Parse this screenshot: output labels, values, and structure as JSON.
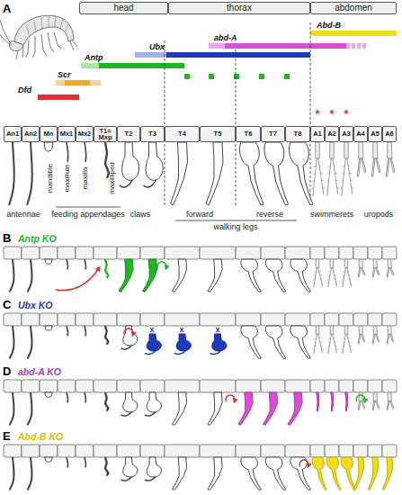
{
  "diagram": {
    "nodes": [
      {
        "text": [
          "head"
        ]
      },
      {
        "text": [
          "thorax"
        ]
      },
      {
        "text": [
          "abdomen"
        ]
      },
      {
        "text": [
          "An1"
        ]
      },
      {
        "text": [
          "An2"
        ]
      },
      {
        "text": [
          "Mn"
        ]
      },
      {
        "text": [
          "Mx1"
        ]
      },
      {
        "text": [
          "Mx2"
        ]
      },
      {
        "text": [
          "T1= Mxp"
        ]
      },
      {
        "text": [
          "T2"
        ]
      },
      {
        "text": [
          "T3"
        ]
      },
      {
        "text": [
          "T4"
        ]
      },
      {
        "text": [
          "T5"
        ]
      },
      {
        "text": [
          "T6"
        ]
      },
      {
        "text": [
          "T7"
        ]
      },
      {
        "text": [
          "T8"
        ]
      },
      {
        "text": [
          "A1"
        ]
      },
      {
        "text": [
          "A2"
        ]
      },
      {
        "text": [
          "A3"
        ]
      },
      {
        "text": [
          "A4"
        ]
      },
      {
        "text": [
          "A5"
        ]
      },
      {
        "text": [
          "A6"
        ]
      }
    ],
    "labels": [
      "A",
      "Abd-B",
      "abd-A",
      "Ubx",
      "Antp",
      "Scr",
      "Dfd",
      "*",
      "*",
      "*",
      "mandible",
      "maxillule",
      "maxilla",
      "maxilliped",
      "antennae",
      "feeding appendages",
      "claws",
      "forward",
      "reverse",
      "walking legs",
      "swimmerets",
      "uropods",
      "B",
      "Antp KO",
      "C",
      "Ubx KO",
      "x",
      "x",
      "x",
      "D",
      "abd-A KO",
      "E",
      "Abd-B KO"
    ]
  }
}
